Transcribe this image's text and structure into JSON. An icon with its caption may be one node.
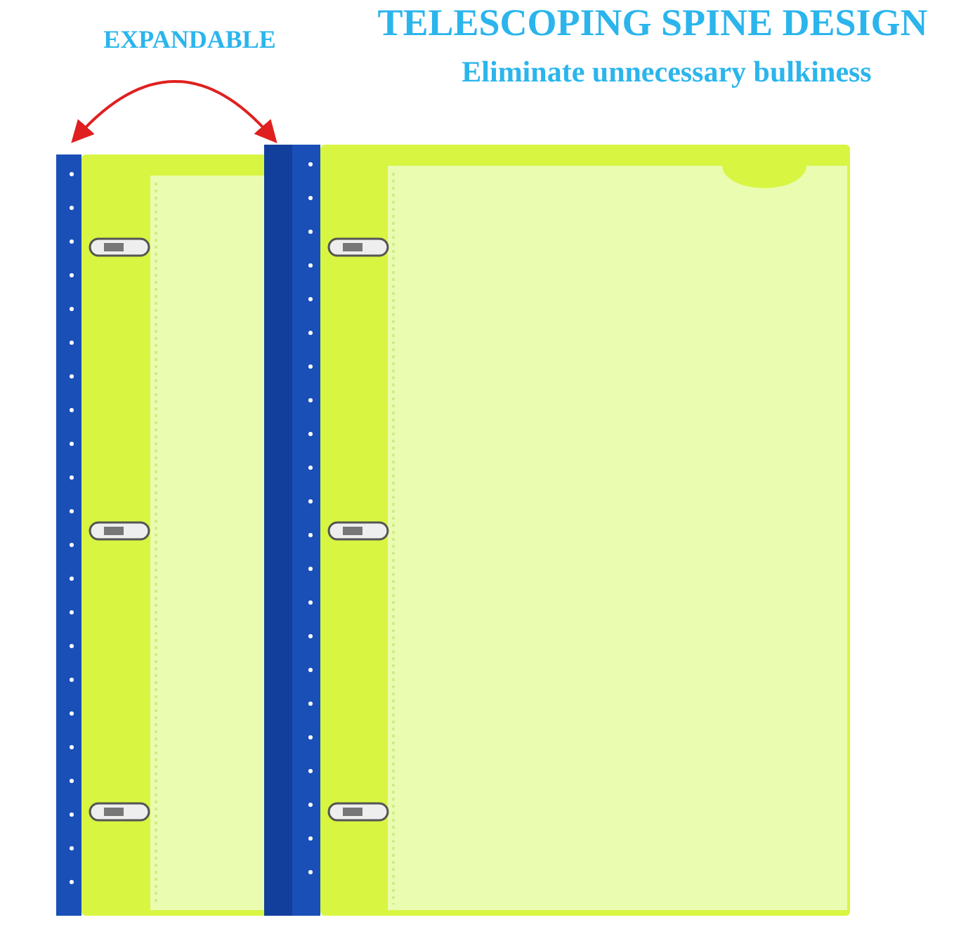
{
  "diagram": {
    "title": "TELESCOPING SPINE DESIGN",
    "labels": [
      "EXPANDABLE",
      "Eliminate unnecessary bulkiness"
    ]
  }
}
